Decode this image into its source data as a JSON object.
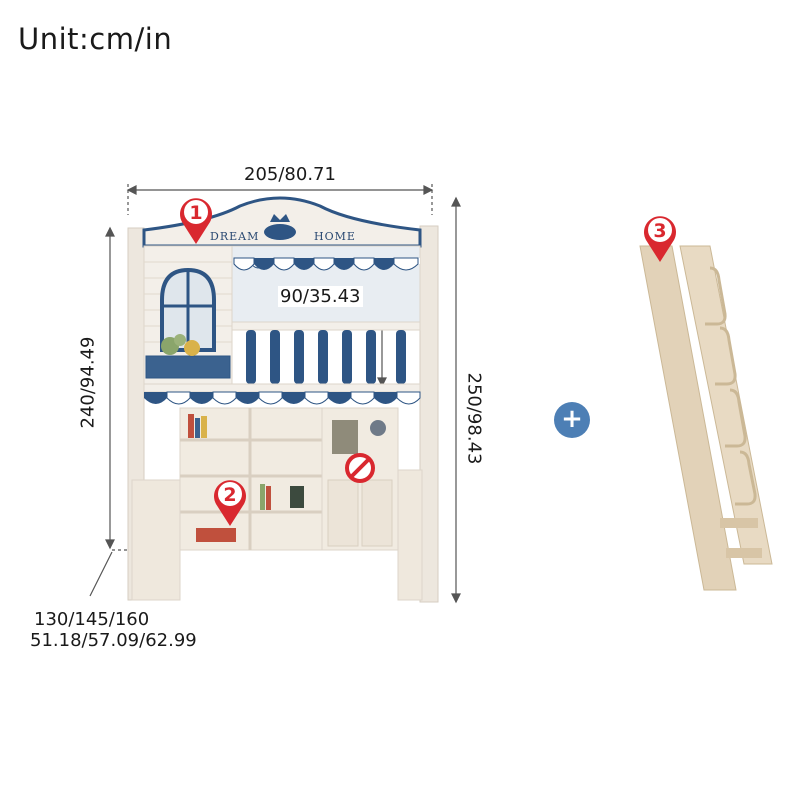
{
  "title": "Unit:cm/in",
  "dimensions": {
    "width": "205/80.71",
    "inner_height": "90/35.43",
    "left_height": "240/94.49",
    "right_height": "250/98.43",
    "depth_cm": "130/145/160",
    "depth_in": "51.18/57.09/62.99"
  },
  "sign": {
    "left_word": "DREAM",
    "right_word": "HOME"
  },
  "markers": [
    "1",
    "2",
    "3"
  ],
  "plus_symbol": "+",
  "colors": {
    "accent_blue": "#2e5584",
    "wood": "#e2d2b8",
    "marker_red": "#d9282f",
    "plus_bg": "#4d7fb5"
  }
}
